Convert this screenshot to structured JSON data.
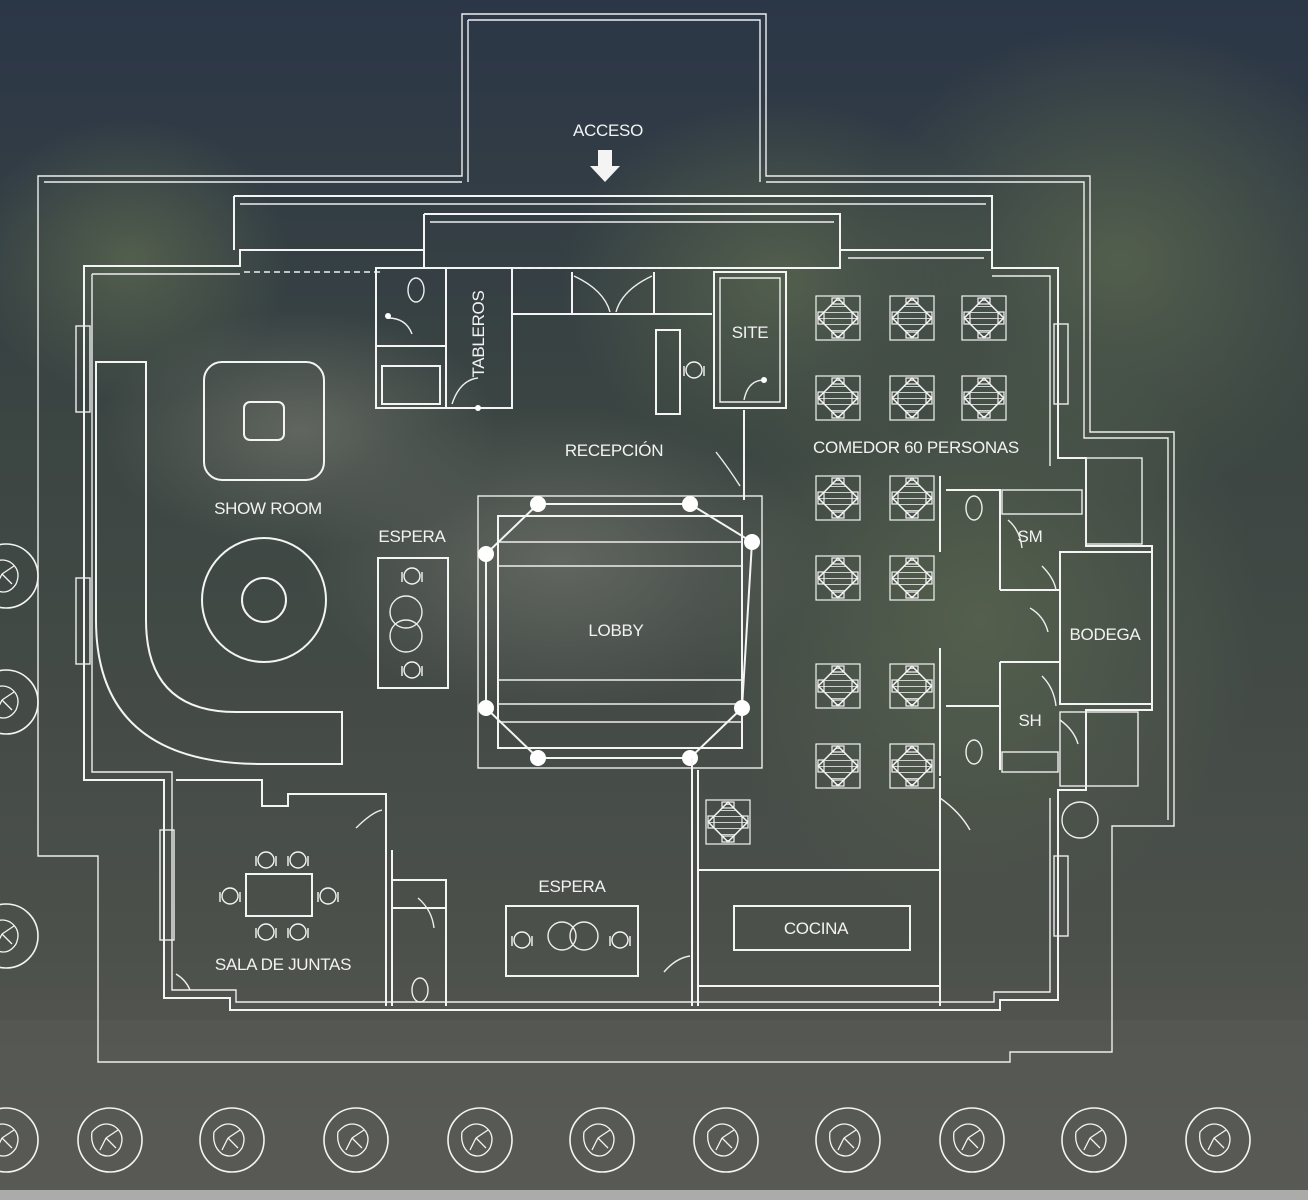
{
  "plan": {
    "labels": {
      "acceso": "ACCESO",
      "tableros": "TABLEROS",
      "site": "SITE",
      "recepcion": "RECEPCIÓN",
      "comedor": "COMEDOR 60 PERSONAS",
      "show_room": "SHOW ROOM",
      "espera_top": "ESPERA",
      "lobby": "LOBBY",
      "sm": "SM",
      "bodega": "BODEGA",
      "sh": "SH",
      "espera_bottom": "ESPERA",
      "cocina": "COCINA",
      "sala_juntas": "SALA DE JUNTAS"
    },
    "colors": {
      "line": "#f4f4f4",
      "sky": "#2f3c4e",
      "foliage": "#4b5a48"
    }
  }
}
